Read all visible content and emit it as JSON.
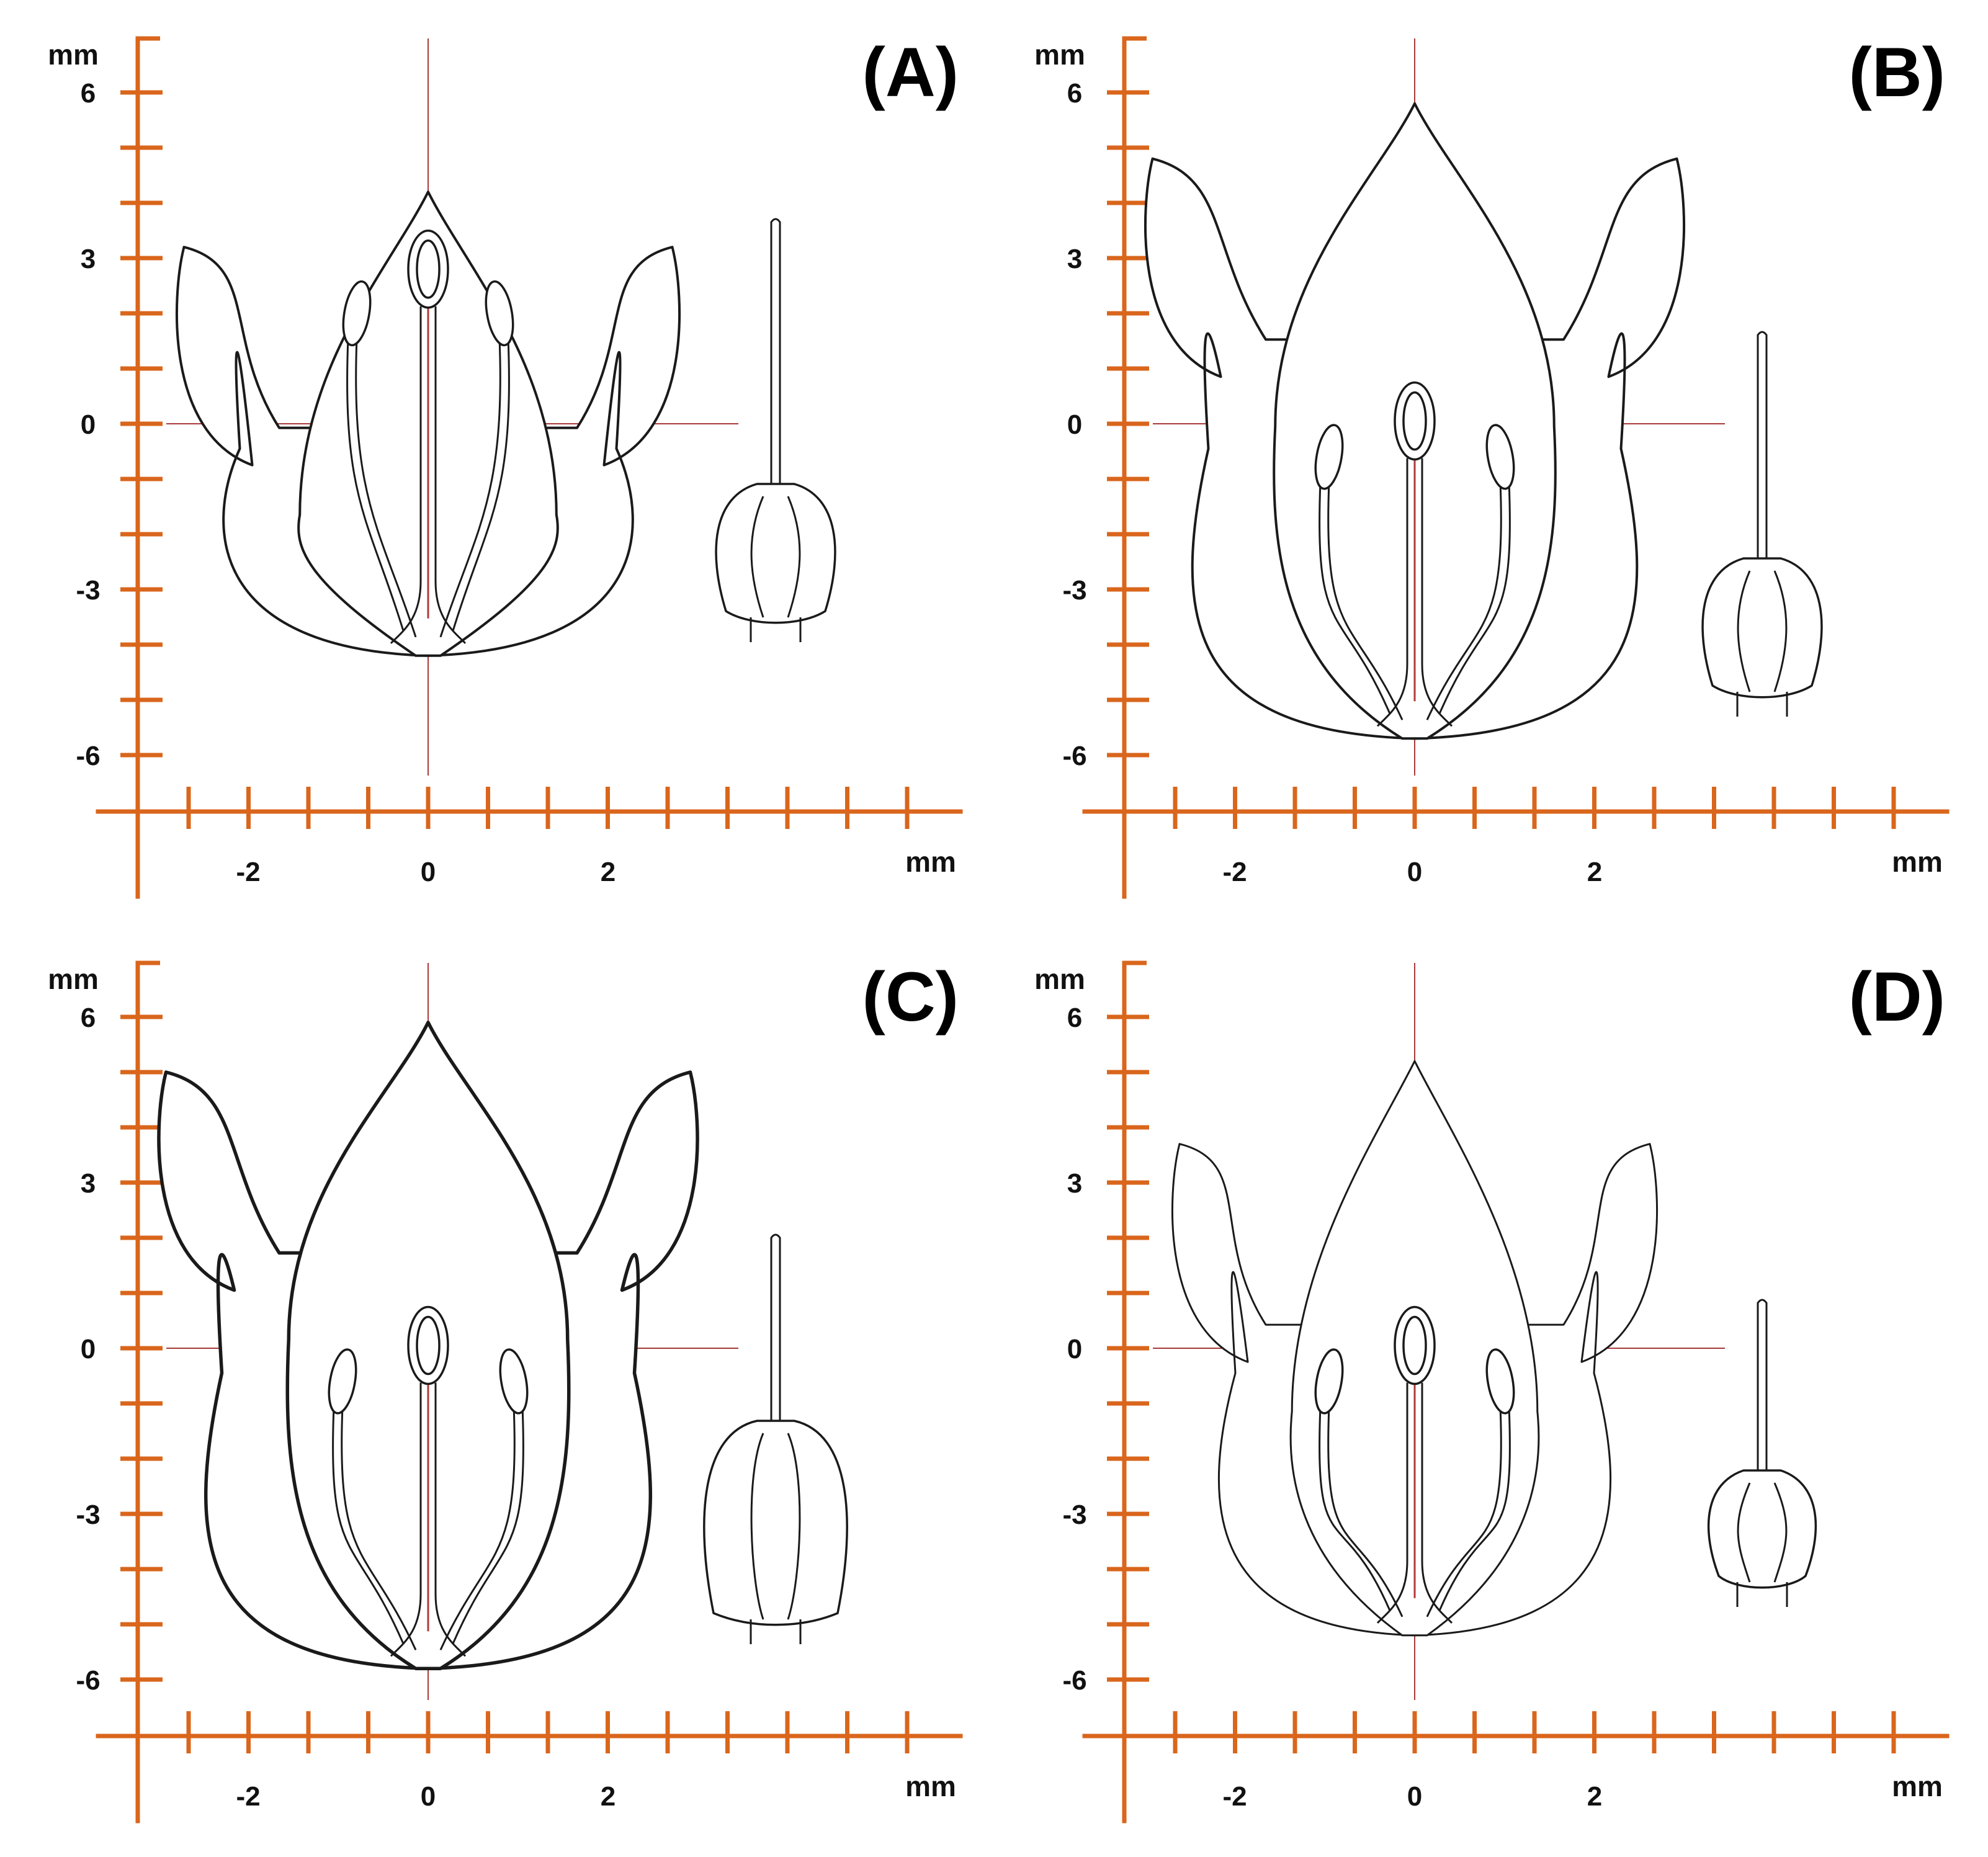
{
  "panels": [
    {
      "label": "(A)",
      "y_unit": "mm",
      "x_unit": "mm",
      "y_ticks": [
        "6",
        "3",
        "0",
        "-3",
        "-6"
      ],
      "x_ticks": [
        "-2",
        "0",
        "2"
      ],
      "flower": {
        "tip_mm": 4.2,
        "base_mm": -4.2,
        "lobe_tip_mm": 3.2,
        "half_width_mm": 2.3
      }
    },
    {
      "label": "(B)",
      "y_unit": "mm",
      "x_unit": "mm",
      "y_ticks": [
        "6",
        "3",
        "0",
        "-3",
        "-6"
      ],
      "x_ticks": [
        "-2",
        "0",
        "2"
      ],
      "flower": {
        "tip_mm": 5.8,
        "base_mm": -5.7,
        "lobe_tip_mm": 4.8,
        "half_width_mm": 2.5
      }
    },
    {
      "label": "(C)",
      "y_unit": "mm",
      "x_unit": "mm",
      "y_ticks": [
        "6",
        "3",
        "0",
        "-3",
        "-6"
      ],
      "x_ticks": [
        "-2",
        "0",
        "2"
      ],
      "flower": {
        "tip_mm": 5.9,
        "base_mm": -5.8,
        "lobe_tip_mm": 5.0,
        "half_width_mm": 2.5
      }
    },
    {
      "label": "(D)",
      "y_unit": "mm",
      "x_unit": "mm",
      "y_ticks": [
        "6",
        "3",
        "0",
        "-3",
        "-6"
      ],
      "x_ticks": [
        "-2",
        "0",
        "2"
      ],
      "flower": {
        "tip_mm": 5.2,
        "base_mm": -5.2,
        "lobe_tip_mm": 3.7,
        "half_width_mm": 2.2
      }
    }
  ]
}
